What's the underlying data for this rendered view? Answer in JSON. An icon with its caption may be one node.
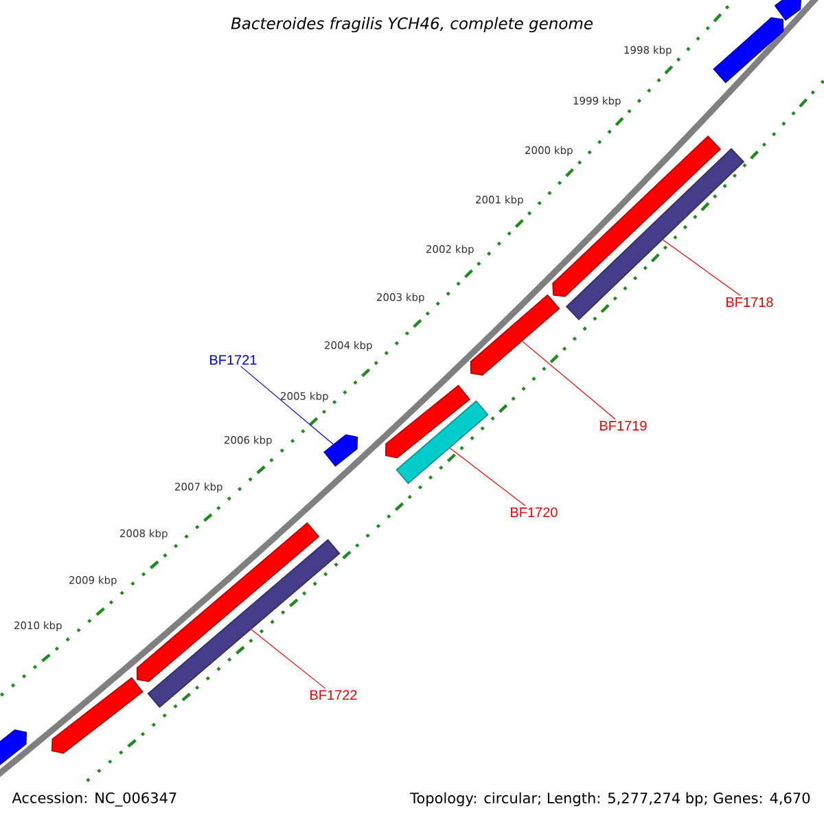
{
  "diagram": {
    "title": "Bacteroides fragilis YCH46, complete genome",
    "nodes": [
      {
        "text": [
          "BF1718"
        ]
      },
      {
        "text": [
          "BF1721"
        ]
      },
      {
        "text": [
          "BF1719"
        ]
      },
      {
        "text": [
          "BF1720"
        ]
      },
      {
        "text": [
          "BF1722"
        ]
      },
      {
        "text": [],
        "shape": "pentagon"
      },
      {
        "text": [],
        "shape": "pentagon"
      },
      {
        "text": [],
        "shape": "pentagon"
      },
      {
        "text": [],
        "shape": "bar"
      },
      {
        "text": [],
        "shape": "pentagon"
      },
      {
        "text": [],
        "shape": "pentagon"
      },
      {
        "text": [],
        "shape": "bar"
      },
      {
        "text": [],
        "shape": "pentagon"
      },
      {
        "text": [],
        "shape": "pentagon"
      },
      {
        "text": [],
        "shape": "bar"
      },
      {
        "text": [],
        "shape": "pentagon"
      },
      {
        "text": [],
        "shape": "pentagon"
      }
    ],
    "edges": [
      {
        "from": 0,
        "to": 8,
        "arrow": "none"
      },
      {
        "from": 1,
        "to": 12,
        "arrow": "none",
        "color": "#0000ff"
      },
      {
        "from": 2,
        "to": 9,
        "arrow": "none"
      },
      {
        "from": 3,
        "to": 11,
        "arrow": "none"
      },
      {
        "from": 4,
        "to": 14,
        "arrow": "none"
      }
    ],
    "labels": [
      "1998 kbp",
      "1999 kbp",
      "2000 kbp",
      "2001 kbp",
      "2002 kbp",
      "2003 kbp",
      "2004 kbp",
      "2005 kbp",
      "2006 kbp",
      "2007 kbp",
      "2008 kbp",
      "2009 kbp",
      "2010 kbp",
      "Accession: NC_006347",
      "Topology: circular; Length: 5,277,274 bp; Genes: 4,670"
    ]
  }
}
